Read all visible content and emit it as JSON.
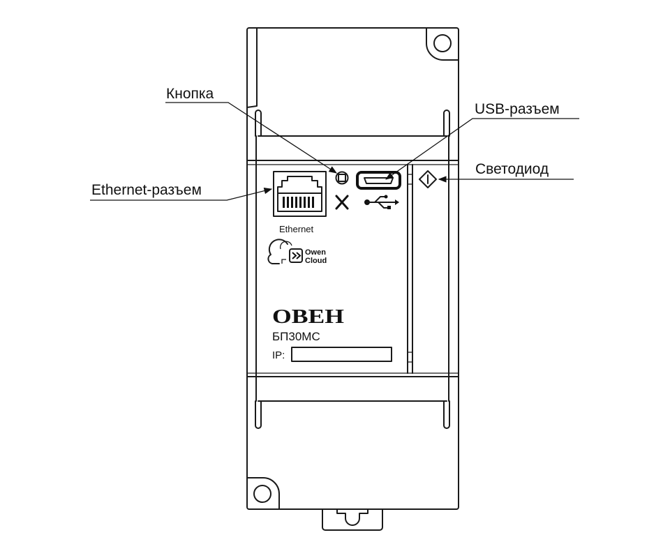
{
  "callouts": {
    "button": "Кнопка",
    "usb": "USB-разъем",
    "ethernet": "Ethernet-разъем",
    "led": "Светодиод"
  },
  "panel": {
    "ethernet_label": "Ethernet",
    "cloud_line1": "Owen",
    "cloud_line2": "Cloud",
    "brand": "ОВЕН",
    "model": "БП30МС",
    "ip_label": "IP:",
    "ip_value": ""
  }
}
